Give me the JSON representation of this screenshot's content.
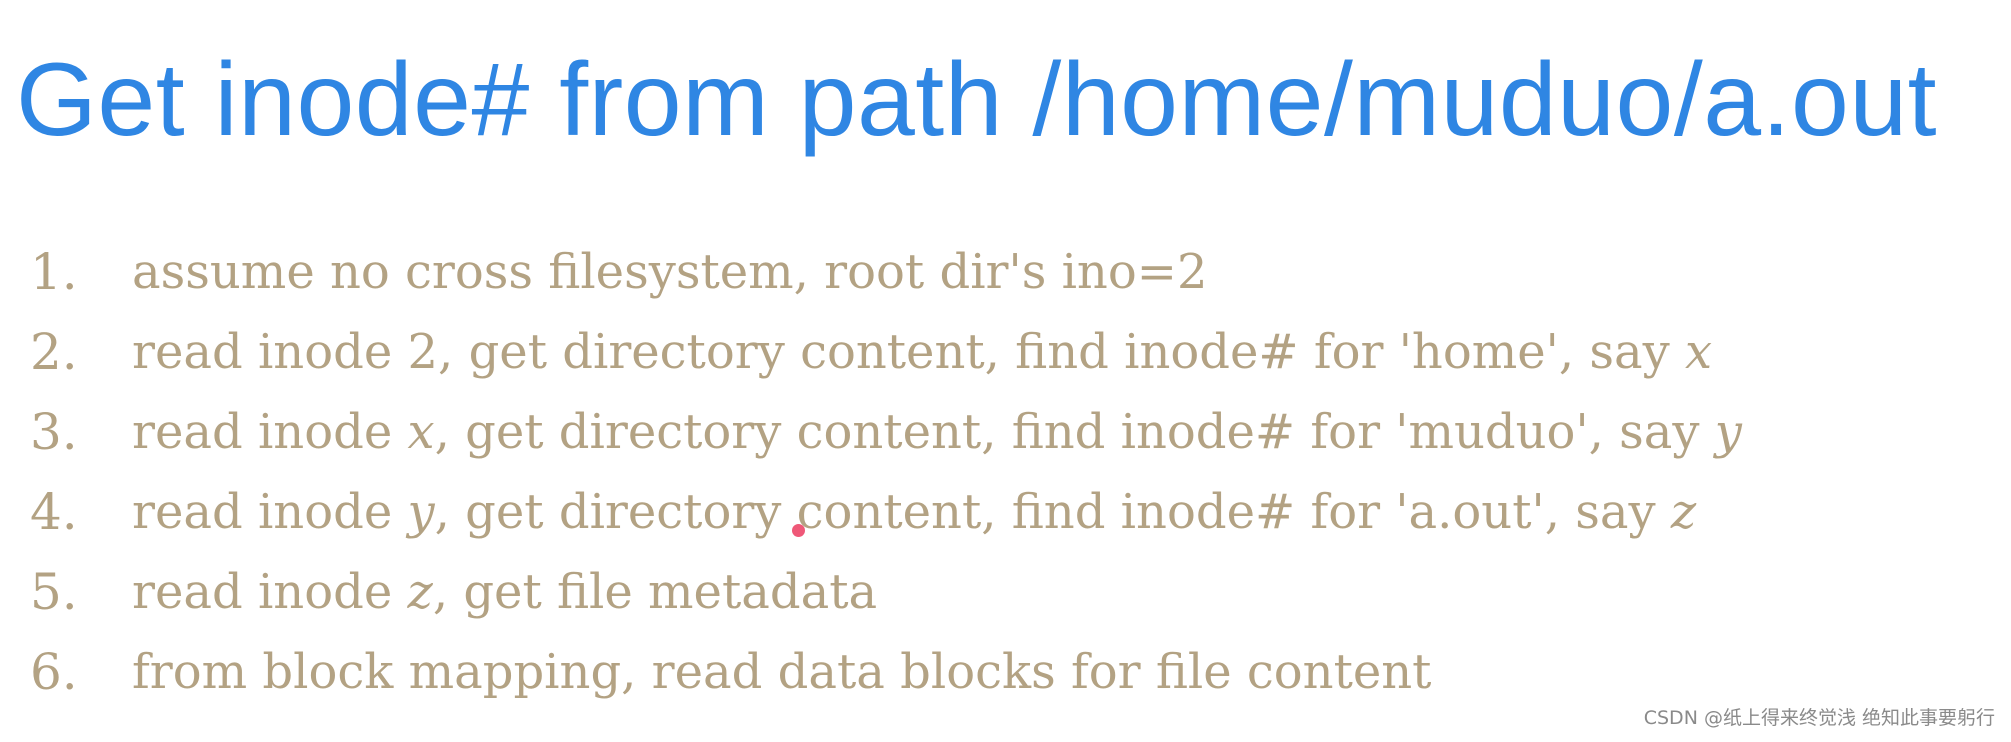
{
  "slide": {
    "title": "Get inode# from path /home/muduo/a.out",
    "steps": [
      {
        "number": "1.",
        "parts": [
          {
            "text": "assume no cross filesystem, root dir's ino=2"
          }
        ]
      },
      {
        "number": "2.",
        "parts": [
          {
            "text": "read inode 2, get directory content, find inode# for 'home', say "
          },
          {
            "text": "x",
            "italic": true
          }
        ]
      },
      {
        "number": "3.",
        "parts": [
          {
            "text": "read inode "
          },
          {
            "text": "x",
            "italic": true
          },
          {
            "text": ", get directory content, find inode# for 'muduo', say "
          },
          {
            "text": "y",
            "italic": true
          }
        ]
      },
      {
        "number": "4.",
        "parts": [
          {
            "text": "read inode "
          },
          {
            "text": "y",
            "italic": true
          },
          {
            "text": ", get directory content, find inode# for 'a.out', say "
          },
          {
            "text": "z",
            "italic": true
          }
        ]
      },
      {
        "number": "5.",
        "parts": [
          {
            "text": "read inode "
          },
          {
            "text": "z",
            "italic": true
          },
          {
            "text": ", get file metadata"
          }
        ]
      },
      {
        "number": "6.",
        "parts": [
          {
            "text": "from block mapping, read data blocks for file content"
          }
        ]
      }
    ]
  },
  "watermark": "CSDN @纸上得来终觉浅 绝知此事要躬行",
  "colors": {
    "title": "#2f86e3",
    "body_text": "#b3a283",
    "cursor_dot": "#ef5878",
    "watermark": "#8a8a8a"
  }
}
